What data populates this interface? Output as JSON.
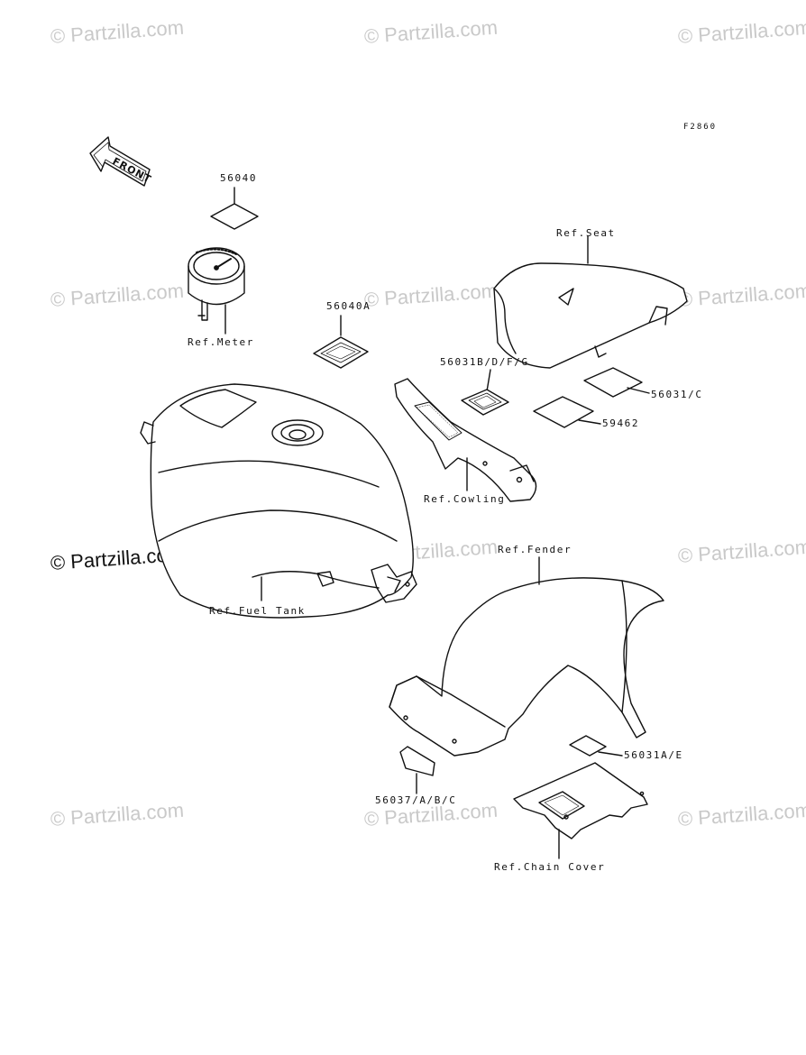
{
  "figure_code": "F2860",
  "front_label": "FRONT",
  "watermark": "© Partzilla.com",
  "watermark_main": "© Partzilla.com",
  "labels": {
    "p56040": "56040",
    "ref_meter": "Ref.Meter",
    "p56040a": "56040A",
    "ref_seat": "Ref.Seat",
    "p56031bdfg": "56031B/D/F/G",
    "p56031c": "56031/C",
    "p59462": "59462",
    "ref_cowling": "Ref.Cowling",
    "ref_fuel_tank": "Ref.Fuel Tank",
    "ref_fender": "Ref.Fender",
    "p56031ae": "56031A/E",
    "p56037abc": "56037/A/B/C",
    "ref_chain_cover": "Ref.Chain Cover"
  }
}
